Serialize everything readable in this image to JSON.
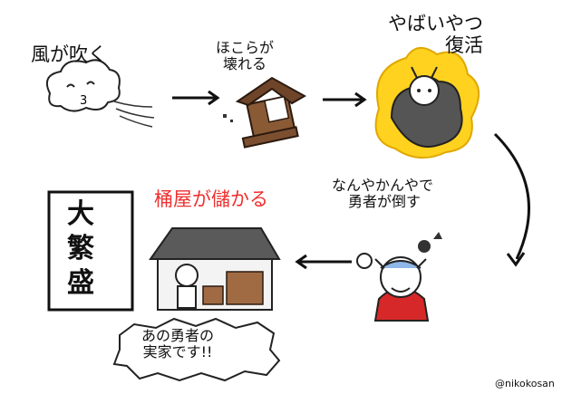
{
  "steps": {
    "wind": "風が吹く",
    "shrine": [
      "ほこらが",
      "壊れる"
    ],
    "monster": [
      "やばいやつ",
      "復活"
    ],
    "hero": [
      "なんやかんやで",
      "勇者が倒す"
    ],
    "profit": "桶屋が儲かる"
  },
  "sign": [
    "大",
    "繁",
    "盛"
  ],
  "speech": [
    "あの勇者の",
    "実家です!!"
  ],
  "credit": "@nikokosan",
  "colors": {
    "profit_text": "#ef2f2f",
    "glow": "#ffd21f",
    "roof": "#5a5a5a",
    "wood": "#8a5a35"
  }
}
